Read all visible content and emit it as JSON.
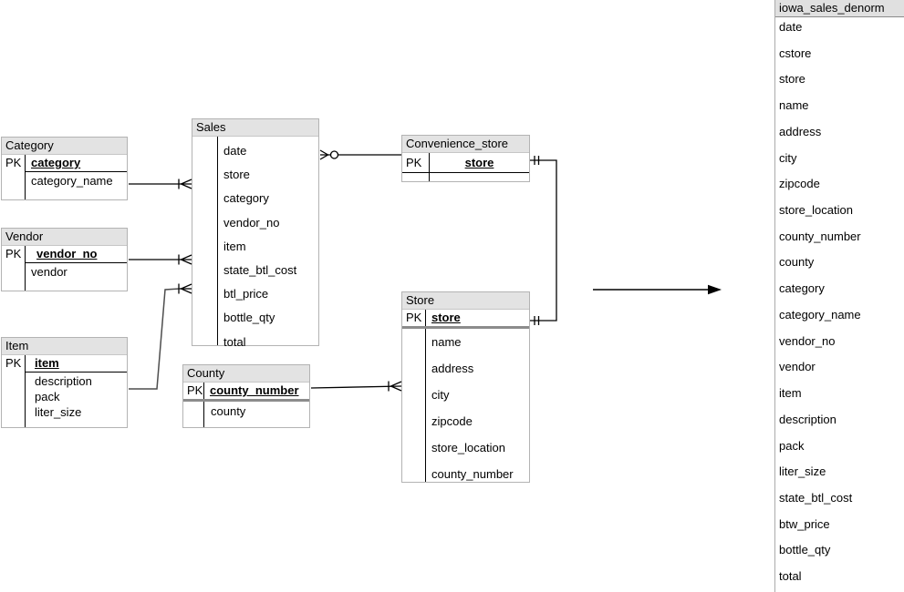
{
  "diagram": {
    "entities": [
      {
        "title": "Category",
        "pk_label": "PK",
        "pk_field": "category",
        "fields": [
          "category_name"
        ]
      },
      {
        "title": "Vendor",
        "pk_label": "PK",
        "pk_field": "vendor_no",
        "fields": [
          "vendor"
        ]
      },
      {
        "title": "Item",
        "pk_label": "PK",
        "pk_field": "item",
        "fields": [
          "description",
          "pack",
          "liter_size"
        ]
      },
      {
        "title": "Sales",
        "fields": [
          "date",
          "store",
          "category",
          "vendor_no",
          "item",
          "state_btl_cost",
          "btl_price",
          "bottle_qty",
          "total"
        ]
      },
      {
        "title": "County",
        "pk_label": "PK",
        "pk_field": "county_number",
        "fields": [
          "county"
        ]
      },
      {
        "title": "Convenience_store",
        "pk_label": "PK",
        "pk_field": "store",
        "fields": []
      },
      {
        "title": "Store",
        "pk_label": "PK",
        "pk_field": "store",
        "fields": [
          "name",
          "address",
          "city",
          "zipcode",
          "store_location",
          "county_number"
        ]
      }
    ],
    "denorm_table": {
      "title": "iowa_sales_denorm",
      "fields": [
        "date",
        "cstore",
        "store",
        "name",
        "address",
        "city",
        "zipcode",
        "store_location",
        "county_number",
        "county",
        "category",
        "category_name",
        "vendor_no",
        "vendor",
        "item",
        "description",
        "pack",
        "liter_size",
        "state_btl_cost",
        "btw_price",
        "bottle_qty",
        "total"
      ]
    },
    "relationships": [
      {
        "from": "Category",
        "to": "Sales",
        "cardinality": "one-to-many"
      },
      {
        "from": "Vendor",
        "to": "Sales",
        "cardinality": "one-to-many"
      },
      {
        "from": "Item",
        "to": "Sales",
        "cardinality": "one-to-many"
      },
      {
        "from": "Sales",
        "to": "Convenience_store",
        "cardinality": "zero-or-many-to-one"
      },
      {
        "from": "Convenience_store",
        "to": "Store",
        "cardinality": "one-to-one"
      },
      {
        "from": "County",
        "to": "Store",
        "cardinality": "one-to-many"
      }
    ],
    "colors": {
      "header_bg": "#e3e3e3",
      "entity_border": "#b3b3b3",
      "line": "#000000",
      "thick_separator": "#8c8c8c"
    }
  }
}
